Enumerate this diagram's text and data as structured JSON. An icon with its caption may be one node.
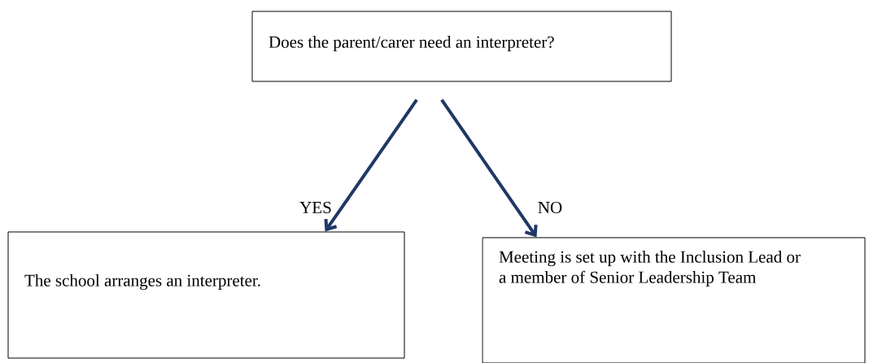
{
  "diagram": {
    "nodes": [
      {
        "text": [
          "Does the parent/carer need an interpreter?"
        ]
      },
      {
        "text": [
          "The school arranges an interpreter."
        ]
      },
      {
        "text": [
          "Meeting is set up with the Inclusion Lead or a member of Senior Leadership Team"
        ]
      }
    ],
    "edges": [
      {
        "from": 0,
        "to": 1,
        "arrow": "to",
        "label": "YES"
      },
      {
        "from": 0,
        "to": 2,
        "arrow": "to",
        "label": "NO"
      }
    ]
  }
}
